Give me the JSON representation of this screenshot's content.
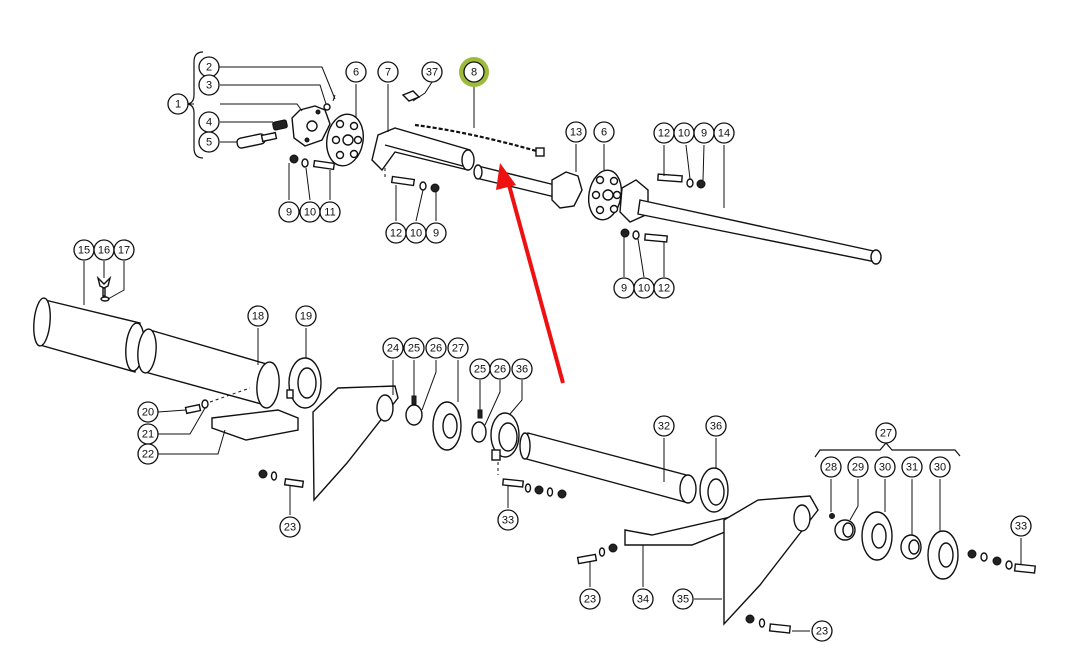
{
  "diagram": {
    "title": "Exploded parts diagram - drive shaft assembly",
    "highlight_color": "#9dbb3a",
    "arrow_color": "#ee1111",
    "highlighted_part": "8",
    "groups": [
      {
        "label": "1",
        "members": [
          "2",
          "3",
          "4",
          "5"
        ]
      },
      {
        "label": "27",
        "members": [
          "28",
          "29",
          "30",
          "31",
          "30"
        ]
      }
    ],
    "callouts": [
      {
        "id": "c1",
        "label": "1"
      },
      {
        "id": "c2",
        "label": "2"
      },
      {
        "id": "c3",
        "label": "3"
      },
      {
        "id": "c4",
        "label": "4"
      },
      {
        "id": "c5",
        "label": "5"
      },
      {
        "id": "c6a",
        "label": "6"
      },
      {
        "id": "c7",
        "label": "7"
      },
      {
        "id": "c37",
        "label": "37"
      },
      {
        "id": "c8",
        "label": "8"
      },
      {
        "id": "c9a",
        "label": "9"
      },
      {
        "id": "c10a",
        "label": "10"
      },
      {
        "id": "c11",
        "label": "11"
      },
      {
        "id": "c12a",
        "label": "12"
      },
      {
        "id": "c10b",
        "label": "10"
      },
      {
        "id": "c9b",
        "label": "9"
      },
      {
        "id": "c13",
        "label": "13"
      },
      {
        "id": "c6b",
        "label": "6"
      },
      {
        "id": "c12b",
        "label": "12"
      },
      {
        "id": "c10c",
        "label": "10"
      },
      {
        "id": "c9c",
        "label": "9"
      },
      {
        "id": "c14",
        "label": "14"
      },
      {
        "id": "c9d",
        "label": "9"
      },
      {
        "id": "c10d",
        "label": "10"
      },
      {
        "id": "c12c",
        "label": "12"
      },
      {
        "id": "c15",
        "label": "15"
      },
      {
        "id": "c16",
        "label": "16"
      },
      {
        "id": "c17",
        "label": "17"
      },
      {
        "id": "c18",
        "label": "18"
      },
      {
        "id": "c19",
        "label": "19"
      },
      {
        "id": "c20",
        "label": "20"
      },
      {
        "id": "c21",
        "label": "21"
      },
      {
        "id": "c22",
        "label": "22"
      },
      {
        "id": "c23a",
        "label": "23"
      },
      {
        "id": "c24",
        "label": "24"
      },
      {
        "id": "c25a",
        "label": "25"
      },
      {
        "id": "c26a",
        "label": "26"
      },
      {
        "id": "c27a",
        "label": "27"
      },
      {
        "id": "c25b",
        "label": "25"
      },
      {
        "id": "c26b",
        "label": "26"
      },
      {
        "id": "c36a",
        "label": "36"
      },
      {
        "id": "c33a",
        "label": "33"
      },
      {
        "id": "c32",
        "label": "32"
      },
      {
        "id": "c36b",
        "label": "36"
      },
      {
        "id": "c27b",
        "label": "27"
      },
      {
        "id": "c28",
        "label": "28"
      },
      {
        "id": "c29",
        "label": "29"
      },
      {
        "id": "c30a",
        "label": "30"
      },
      {
        "id": "c31",
        "label": "31"
      },
      {
        "id": "c30b",
        "label": "30"
      },
      {
        "id": "c33b",
        "label": "33"
      },
      {
        "id": "c23b",
        "label": "23"
      },
      {
        "id": "c34",
        "label": "34"
      },
      {
        "id": "c35",
        "label": "35"
      },
      {
        "id": "c23c",
        "label": "23"
      }
    ]
  }
}
